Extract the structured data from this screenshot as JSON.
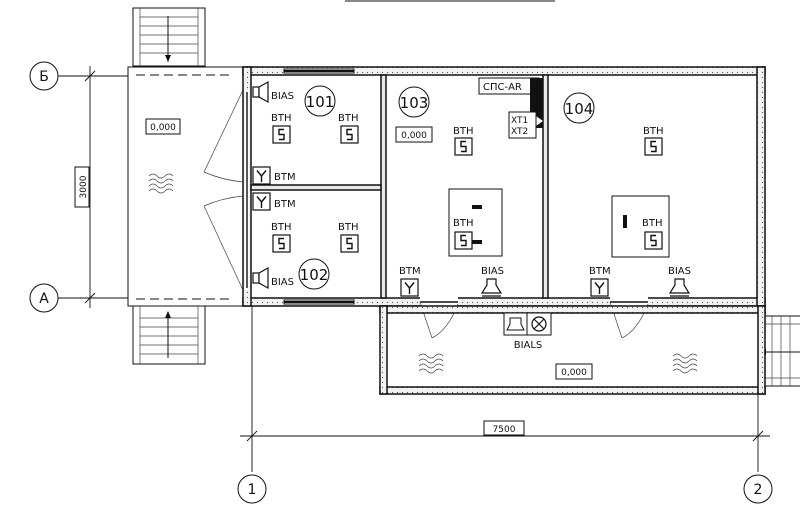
{
  "axes": {
    "row_top": "Б",
    "row_bottom": "А",
    "col_left": "1",
    "col_right": "2"
  },
  "dimensions": {
    "vertical": "3000",
    "horizontal": "7500"
  },
  "elevations": {
    "entry": "0,000",
    "room_103": "0,000",
    "corridor": "0,000"
  },
  "rooms": {
    "r101": "101",
    "r102": "102",
    "r103": "103",
    "r104": "104"
  },
  "devices": {
    "bth": "BTH",
    "btm": "BTM",
    "bias": "BIAS",
    "bials": "BIALS",
    "panel": "СПС-AR",
    "xt1": "XT1",
    "xt2": "XT2"
  }
}
